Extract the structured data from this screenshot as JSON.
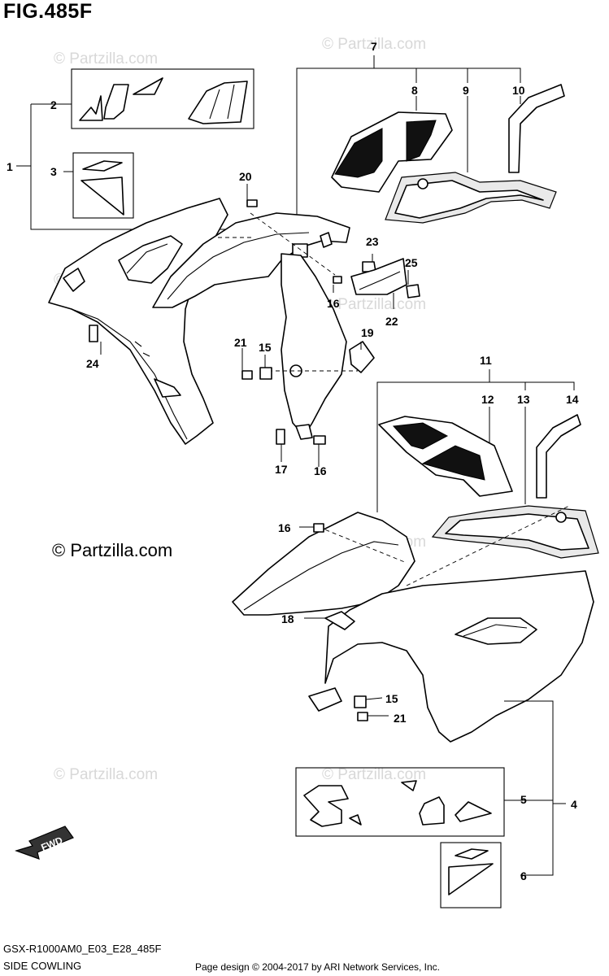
{
  "figure_title": "FIG.485F",
  "model_code": "GSX-R1000AM0_E03_E28_485F",
  "section_name": "SIDE COWLING",
  "page_credit": "Page design © 2004-2017 by ARI Network Services, Inc.",
  "watermark_main": "© Partzilla.com",
  "watermark_faint": "© Partzilla.com",
  "fwd_label": "FWD",
  "callouts": [
    "1",
    "2",
    "3",
    "4",
    "5",
    "6",
    "7",
    "8",
    "9",
    "10",
    "11",
    "12",
    "13",
    "14",
    "15",
    "15",
    "16",
    "16",
    "16",
    "17",
    "18",
    "19",
    "20",
    "21",
    "21",
    "22",
    "23",
    "24",
    "25"
  ]
}
